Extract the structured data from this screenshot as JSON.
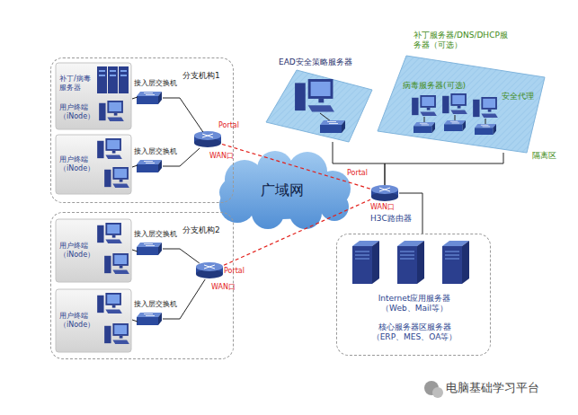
{
  "diagram": {
    "nodes": [
      {
        "text": [
          "分支机构1"
        ]
      },
      {
        "text": [
          "补丁/病毒服务器",
          "用户终端（iNode）"
        ],
        "in": 0
      },
      {
        "text": [
          "接入层交换机"
        ],
        "in": 0
      },
      {
        "text": [
          "用户终端（iNode）"
        ],
        "in": 0
      },
      {
        "text": [
          "接入层交换机"
        ],
        "in": 0
      },
      {
        "text": [
          "Portal",
          "WAN口"
        ],
        "in": 0
      },
      {
        "text": [
          "分支机构2"
        ]
      },
      {
        "text": [
          "用户终端（iNode）"
        ],
        "in": 6
      },
      {
        "text": [
          "接入层交换机"
        ],
        "in": 6
      },
      {
        "text": [
          "用户终端（iNode）"
        ],
        "in": 6
      },
      {
        "text": [
          "接入层交换机"
        ],
        "in": 6
      },
      {
        "text": [
          "Portal",
          "WAN口"
        ],
        "in": 6
      },
      {
        "text": [
          "广域网"
        ]
      },
      {
        "text": [
          "Portal",
          "WAN口",
          "H3C路由器"
        ]
      },
      {
        "text": [
          "EAD安全策略服务器"
        ]
      },
      {
        "text": [
          "补丁服务器/DNS/DHCP服务器（可选）",
          "病毒服务器(可选)",
          "安全代理",
          "隔离区"
        ]
      },
      {
        "text": [
          "Internet应用服务器 （Web、Mail等）",
          "核心服务器区服务器 （ERP、MES、OA等）"
        ]
      }
    ],
    "edges": [
      {
        "from": 1,
        "to": 2,
        "arrow": "none"
      },
      {
        "from": 2,
        "to": 5,
        "arrow": "none"
      },
      {
        "from": 3,
        "to": 4,
        "arrow": "none"
      },
      {
        "from": 4,
        "to": 5,
        "arrow": "none"
      },
      {
        "from": 7,
        "to": 8,
        "arrow": "none"
      },
      {
        "from": 8,
        "to": 11,
        "arrow": "none"
      },
      {
        "from": 9,
        "to": 10,
        "arrow": "none"
      },
      {
        "from": 10,
        "to": 11,
        "arrow": "none"
      },
      {
        "from": 5,
        "to": 13,
        "arrow": "none"
      },
      {
        "from": 11,
        "to": 13,
        "arrow": "none"
      },
      {
        "from": 13,
        "to": 14,
        "arrow": "none"
      },
      {
        "from": 13,
        "to": 15,
        "arrow": "none"
      },
      {
        "from": 13,
        "to": 16,
        "arrow": "none"
      }
    ],
    "labels": [
      "电脑基础学习平台"
    ]
  }
}
